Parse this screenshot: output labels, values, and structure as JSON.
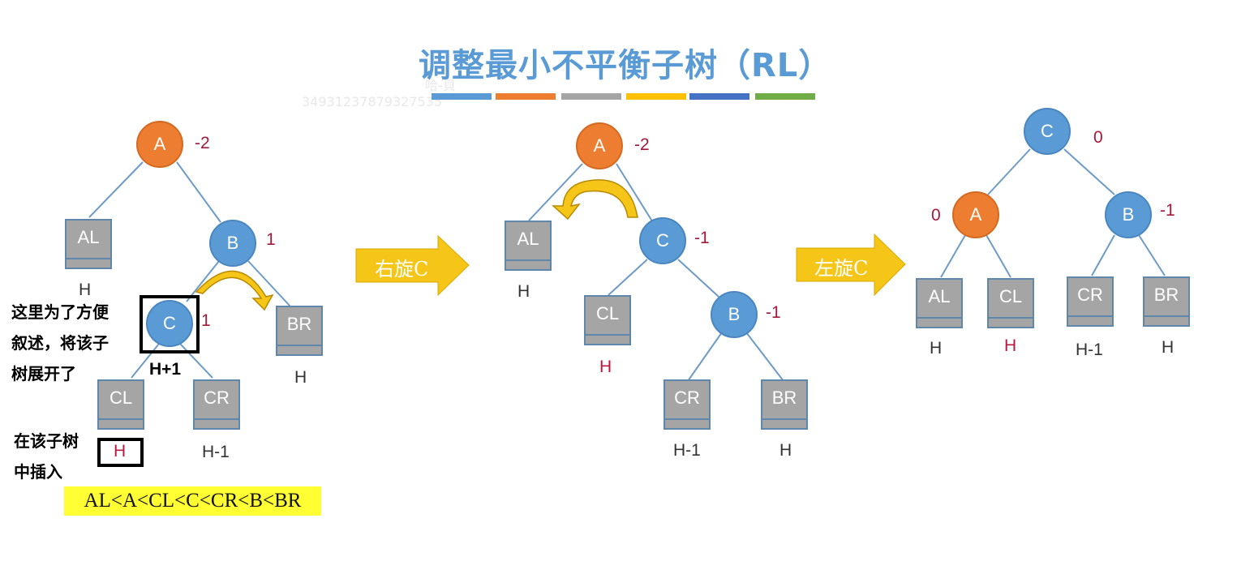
{
  "title": "调整最小不平衡子树（RL）",
  "watermark": {
    "line1": "哈-貝",
    "line2": "34931237879327535"
  },
  "color_bar": [
    "#5b9bd5",
    "#ed7d31",
    "#a5a5a5",
    "#ffc000",
    "#4472c4",
    "#70ad47"
  ],
  "colors": {
    "node_blue": "#5b9bd5",
    "node_orange": "#ed7d31",
    "subtree": "#a5a5a5",
    "edge": "#6d9bc8",
    "balance": "#a31b3c",
    "rotate_arrow": "#f5c518",
    "highlight": "#ffff33"
  },
  "tree1": {
    "nodes": {
      "A": "A",
      "B": "B",
      "C": "C"
    },
    "balance": {
      "A": "-2",
      "B": "1",
      "C": "1"
    },
    "subtrees": {
      "AL": "AL",
      "BR": "BR",
      "CL": "CL",
      "CR": "CR"
    },
    "heights": {
      "AL": "H",
      "BR": "H",
      "C": "H+1",
      "CL": "H",
      "CR": "H-1"
    }
  },
  "annotations": {
    "expand_note": [
      "这里为了方便",
      "叙述，将该子",
      "树展开了"
    ],
    "insert_note": [
      "在该子树",
      "中插入"
    ]
  },
  "order": "AL<A<CL<C<CR<B<BR",
  "step1_label": "右旋C",
  "tree2": {
    "nodes": {
      "A": "A",
      "C": "C",
      "B": "B"
    },
    "balance": {
      "A": "-2",
      "C": "-1",
      "B": "-1"
    },
    "subtrees": {
      "AL": "AL",
      "CL": "CL",
      "CR": "CR",
      "BR": "BR"
    },
    "heights": {
      "AL": "H",
      "CL": "H",
      "CR": "H-1",
      "BR": "H"
    }
  },
  "step2_label": "左旋C",
  "tree3": {
    "nodes": {
      "C": "C",
      "A": "A",
      "B": "B"
    },
    "balance": {
      "C": "0",
      "A": "0",
      "B": "-1"
    },
    "subtrees": {
      "AL": "AL",
      "CL": "CL",
      "CR": "CR",
      "BR": "BR"
    },
    "heights": {
      "AL": "H",
      "CL": "H",
      "CR": "H-1",
      "BR": "H"
    }
  }
}
